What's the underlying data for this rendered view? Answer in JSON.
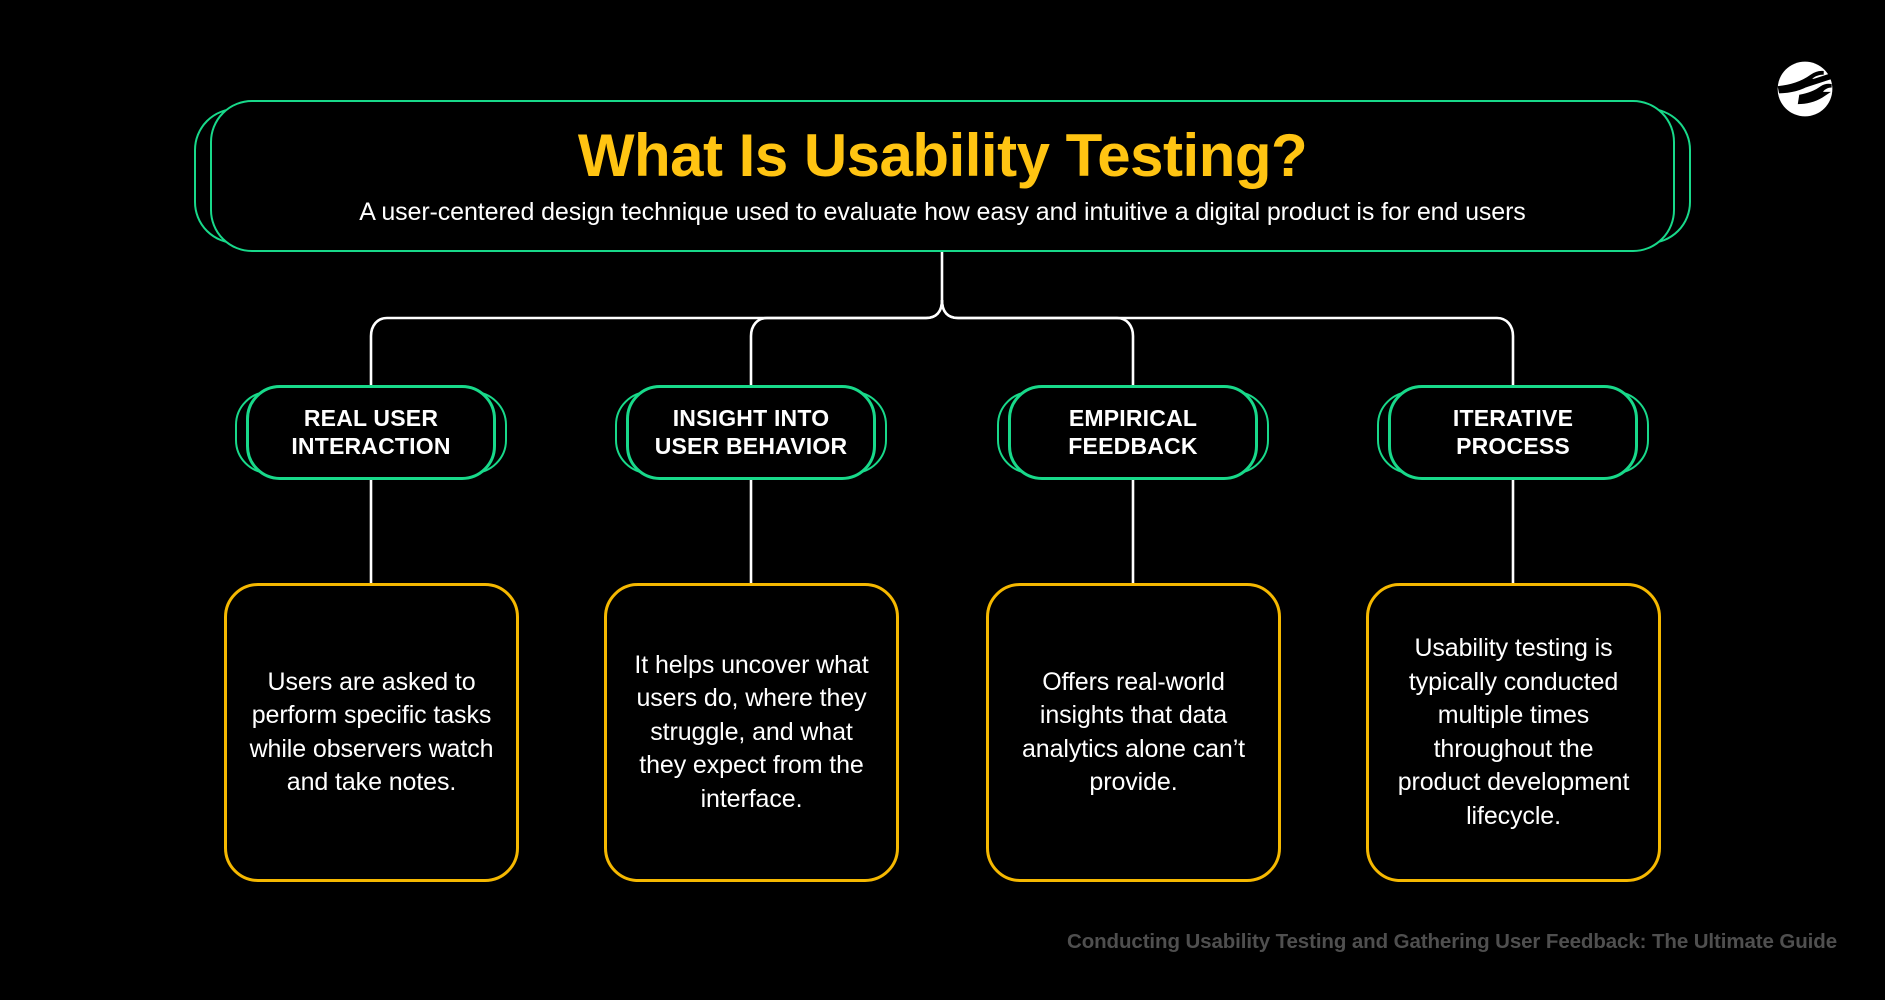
{
  "page": {
    "background_color": "#000000",
    "accent_green": "#18D98A",
    "accent_yellow": "#FFC412",
    "border_yellow": "#F5B800",
    "text_white": "#FFFFFF",
    "footer_gray": "#4F4F4F"
  },
  "logo": {
    "name": "brand-logo-bird-circle",
    "color": "#FFFFFF"
  },
  "header": {
    "title": "What Is Usability Testing?",
    "subtitle": "A user-centered design technique used to evaluate how easy and intuitive a digital product is for end users"
  },
  "branches": [
    {
      "label": "REAL USER INTERACTION",
      "description": "Users are asked to perform specific tasks while observers watch and take notes."
    },
    {
      "label": "INSIGHT INTO USER BEHAVIOR",
      "description": "It helps uncover what users do, where they struggle, and what they expect from the interface."
    },
    {
      "label": "EMPIRICAL FEEDBACK",
      "description": "Offers real-world insights that data analytics alone can’t provide."
    },
    {
      "label": "ITERATIVE PROCESS",
      "description": "Usability testing is typically conducted multiple times throughout the product development lifecycle."
    }
  ],
  "footer": {
    "caption": "Conducting Usability Testing and Gathering User Feedback: The Ultimate Guide"
  }
}
